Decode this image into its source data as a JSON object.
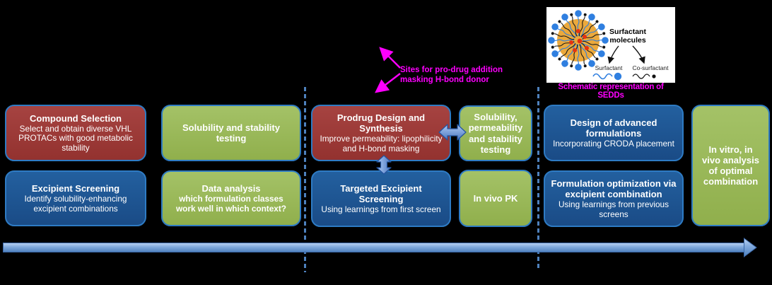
{
  "palette": {
    "background": "#000000",
    "box_red": "#9C3A37",
    "box_green": "#9BBB59",
    "box_blue": "#1E5592",
    "box_border_blue": "#2E7BC4",
    "timeline_blue": "#4E81BD",
    "divider_dash_blue": "#4E81BD",
    "annotation_magenta": "#FF00FF",
    "micelle_orange": "#EBA93C",
    "surfactant_blue": "#2F7FE0"
  },
  "boxes": {
    "compound_selection": {
      "title": "Compound Selection",
      "body": "Select and obtain diverse VHL PROTACs with good metabolic stability"
    },
    "excipient_screening": {
      "title": "Excipient Screening",
      "body": "Identify solubility-enhancing excipient combinations"
    },
    "solubility_stability": {
      "title": "Solubility and stability testing"
    },
    "data_analysis": {
      "title": "Data analysis",
      "body": "which formulation classes work well in which context?"
    },
    "prodrug_design": {
      "title": "Prodrug Design and Synthesis",
      "body": "Improve permeability: lipophilicity and H-bond masking"
    },
    "targeted_excipient": {
      "title": "Targeted Excipient Screening",
      "body": "Using learnings from first screen"
    },
    "solubility_permeability": {
      "title": "Solubility, permeability and stability testing"
    },
    "in_vivo_pk": {
      "title": "In vivo PK"
    },
    "advanced_formulations": {
      "title": "Design of advanced formulations",
      "body": "Incorporating CRODA placement"
    },
    "formulation_optimization": {
      "title": "Formulation optimization via excipient combination",
      "body": "Using learnings from previous screens"
    },
    "final_analysis": {
      "title": "In vitro, in vivo analysis of optimal combination"
    }
  },
  "annotations": {
    "prodrug_sites_line1": "Sites for pro-drug addition",
    "prodrug_sites_line2": "masking H-bond donor",
    "sedds_caption": "Schematic representation of SEDDs"
  },
  "surfactant_panel": {
    "heading": "Surfactant molecules",
    "label_surfactant": "Surfactant",
    "label_cosurfactant": "Co-surfactant"
  }
}
